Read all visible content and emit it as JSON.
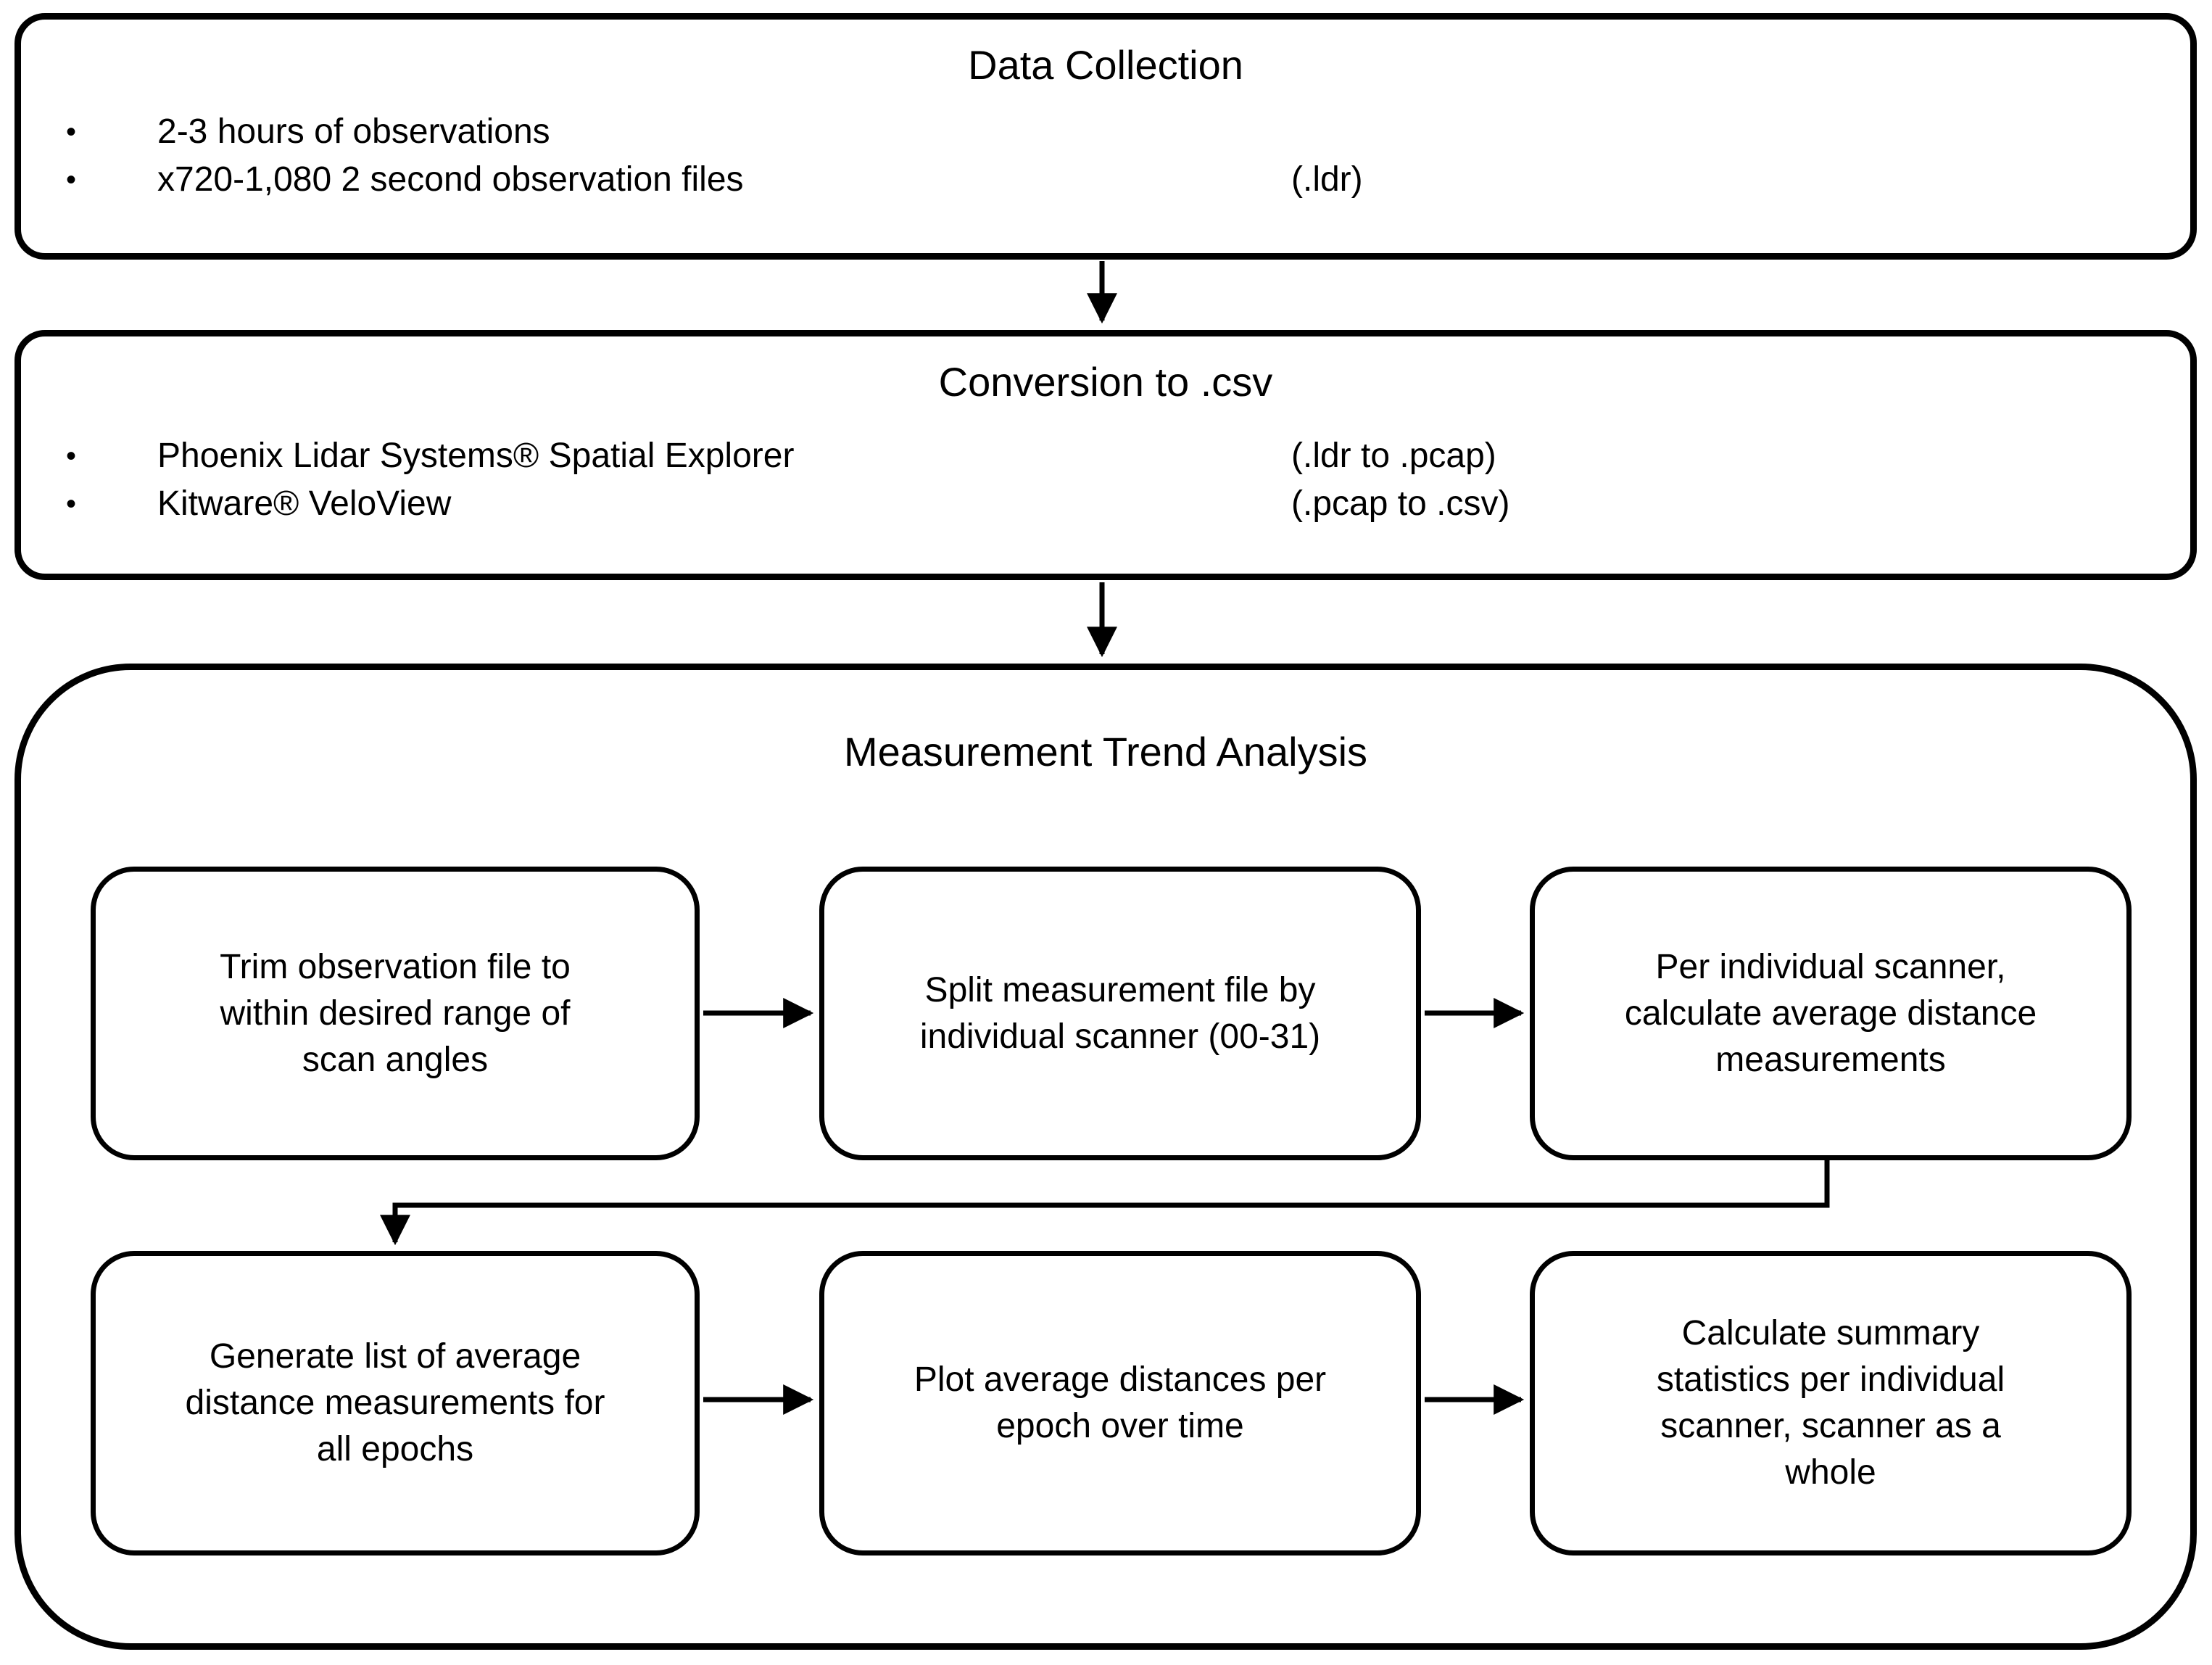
{
  "diagram": {
    "bullet_glyph": "•",
    "colors": {
      "stroke": "#000000",
      "background": "#ffffff"
    },
    "stage1": {
      "title": "Data Collection",
      "bullets": [
        {
          "text": "2-3 hours of observations",
          "annotation": ""
        },
        {
          "text": "x720-1,080 2 second observation files",
          "annotation": "(.ldr)"
        }
      ]
    },
    "stage2": {
      "title": "Conversion to .csv",
      "bullets": [
        {
          "text": "Phoenix Lidar Systems® Spatial Explorer",
          "annotation": "(.ldr to .pcap)"
        },
        {
          "text": "Kitware® VeloView",
          "annotation": "(.pcap to .csv)"
        }
      ]
    },
    "stage3": {
      "title": "Measurement Trend Analysis",
      "steps": [
        "Trim observation file to within desired range of scan angles",
        "Split measurement file by individual scanner (00-31)",
        "Per individual scanner, calculate average distance measurements",
        "Generate list of average distance measurements for all epochs",
        "Plot average distances per epoch over time",
        "Calculate summary statistics per individual scanner, scanner as a whole"
      ]
    }
  }
}
